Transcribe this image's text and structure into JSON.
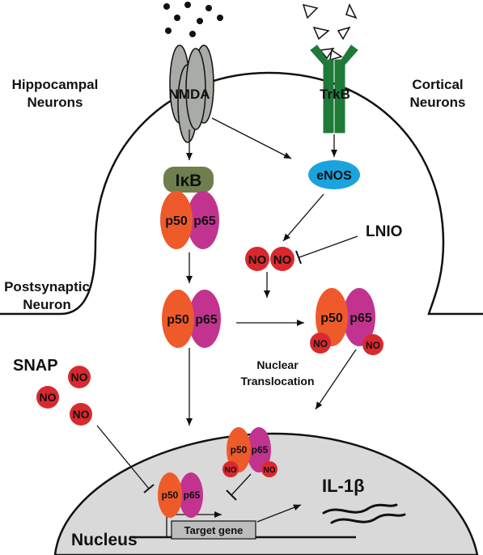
{
  "labels": {
    "hippocampal": [
      "Hippocampal",
      "Neurons"
    ],
    "cortical": [
      "Cortical",
      "Neurons"
    ],
    "postsynaptic": [
      "Postsynaptic",
      "Neuron"
    ],
    "nuclear_translocation": [
      "Nuclear",
      "Translocation"
    ],
    "nucleus": "Nucleus",
    "snap": "SNAP",
    "lnio": "LNIO",
    "il1b": "IL-1β",
    "target_gene": "Target gene"
  },
  "molecules": {
    "nmda": "NMDA",
    "trkb": "TrkB",
    "enos": "eNOS",
    "ikb": "IκB",
    "p50": "p50",
    "p65": "p65",
    "no": "NO"
  },
  "colors": {
    "p50": "#ee5a2a",
    "p65": "#c2338f",
    "no": "#d8292f",
    "enos": "#1aa3dc",
    "ikb": "#6f7d4f",
    "trkb": "#1f7a3a",
    "nmda": "#a9aba6",
    "nucleus_fill": "#d9d9d9"
  }
}
